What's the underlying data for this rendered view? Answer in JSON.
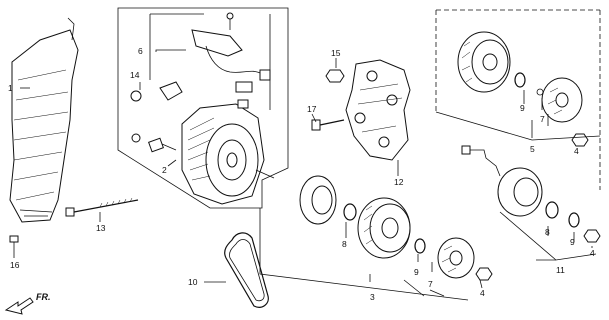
{
  "callouts": {
    "c1": "1",
    "c2": "2",
    "c3": "3",
    "c4a": "4",
    "c4b": "4",
    "c4c": "4",
    "c5": "5",
    "c6": "6",
    "c7a": "7",
    "c7b": "7",
    "c8a": "8",
    "c8b": "8",
    "c9a": "9",
    "c9b": "9",
    "c9c": "9",
    "c10": "10",
    "c11": "11",
    "c12": "12",
    "c13": "13",
    "c14": "14",
    "c15": "15",
    "c16": "16",
    "c17": "17"
  },
  "direction_marker": {
    "label": "FR."
  }
}
